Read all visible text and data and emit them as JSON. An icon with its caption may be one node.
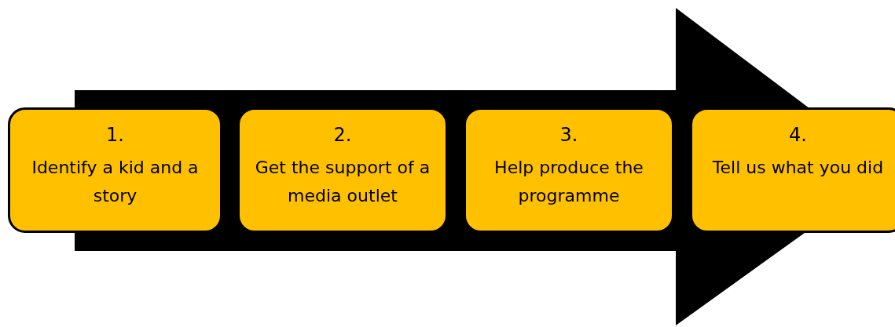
{
  "diagram": {
    "nodes": [
      {
        "text": [
          "1.",
          "Identify a kid and a story"
        ]
      },
      {
        "text": [
          "2.",
          "Get the support of a media outlet"
        ]
      },
      {
        "text": [
          "3.",
          "Help produce the programme"
        ]
      },
      {
        "text": [
          "4.",
          "Tell us what you did"
        ]
      }
    ],
    "edges": [
      {
        "from": 0,
        "to": 3,
        "arrow": "to"
      }
    ]
  }
}
